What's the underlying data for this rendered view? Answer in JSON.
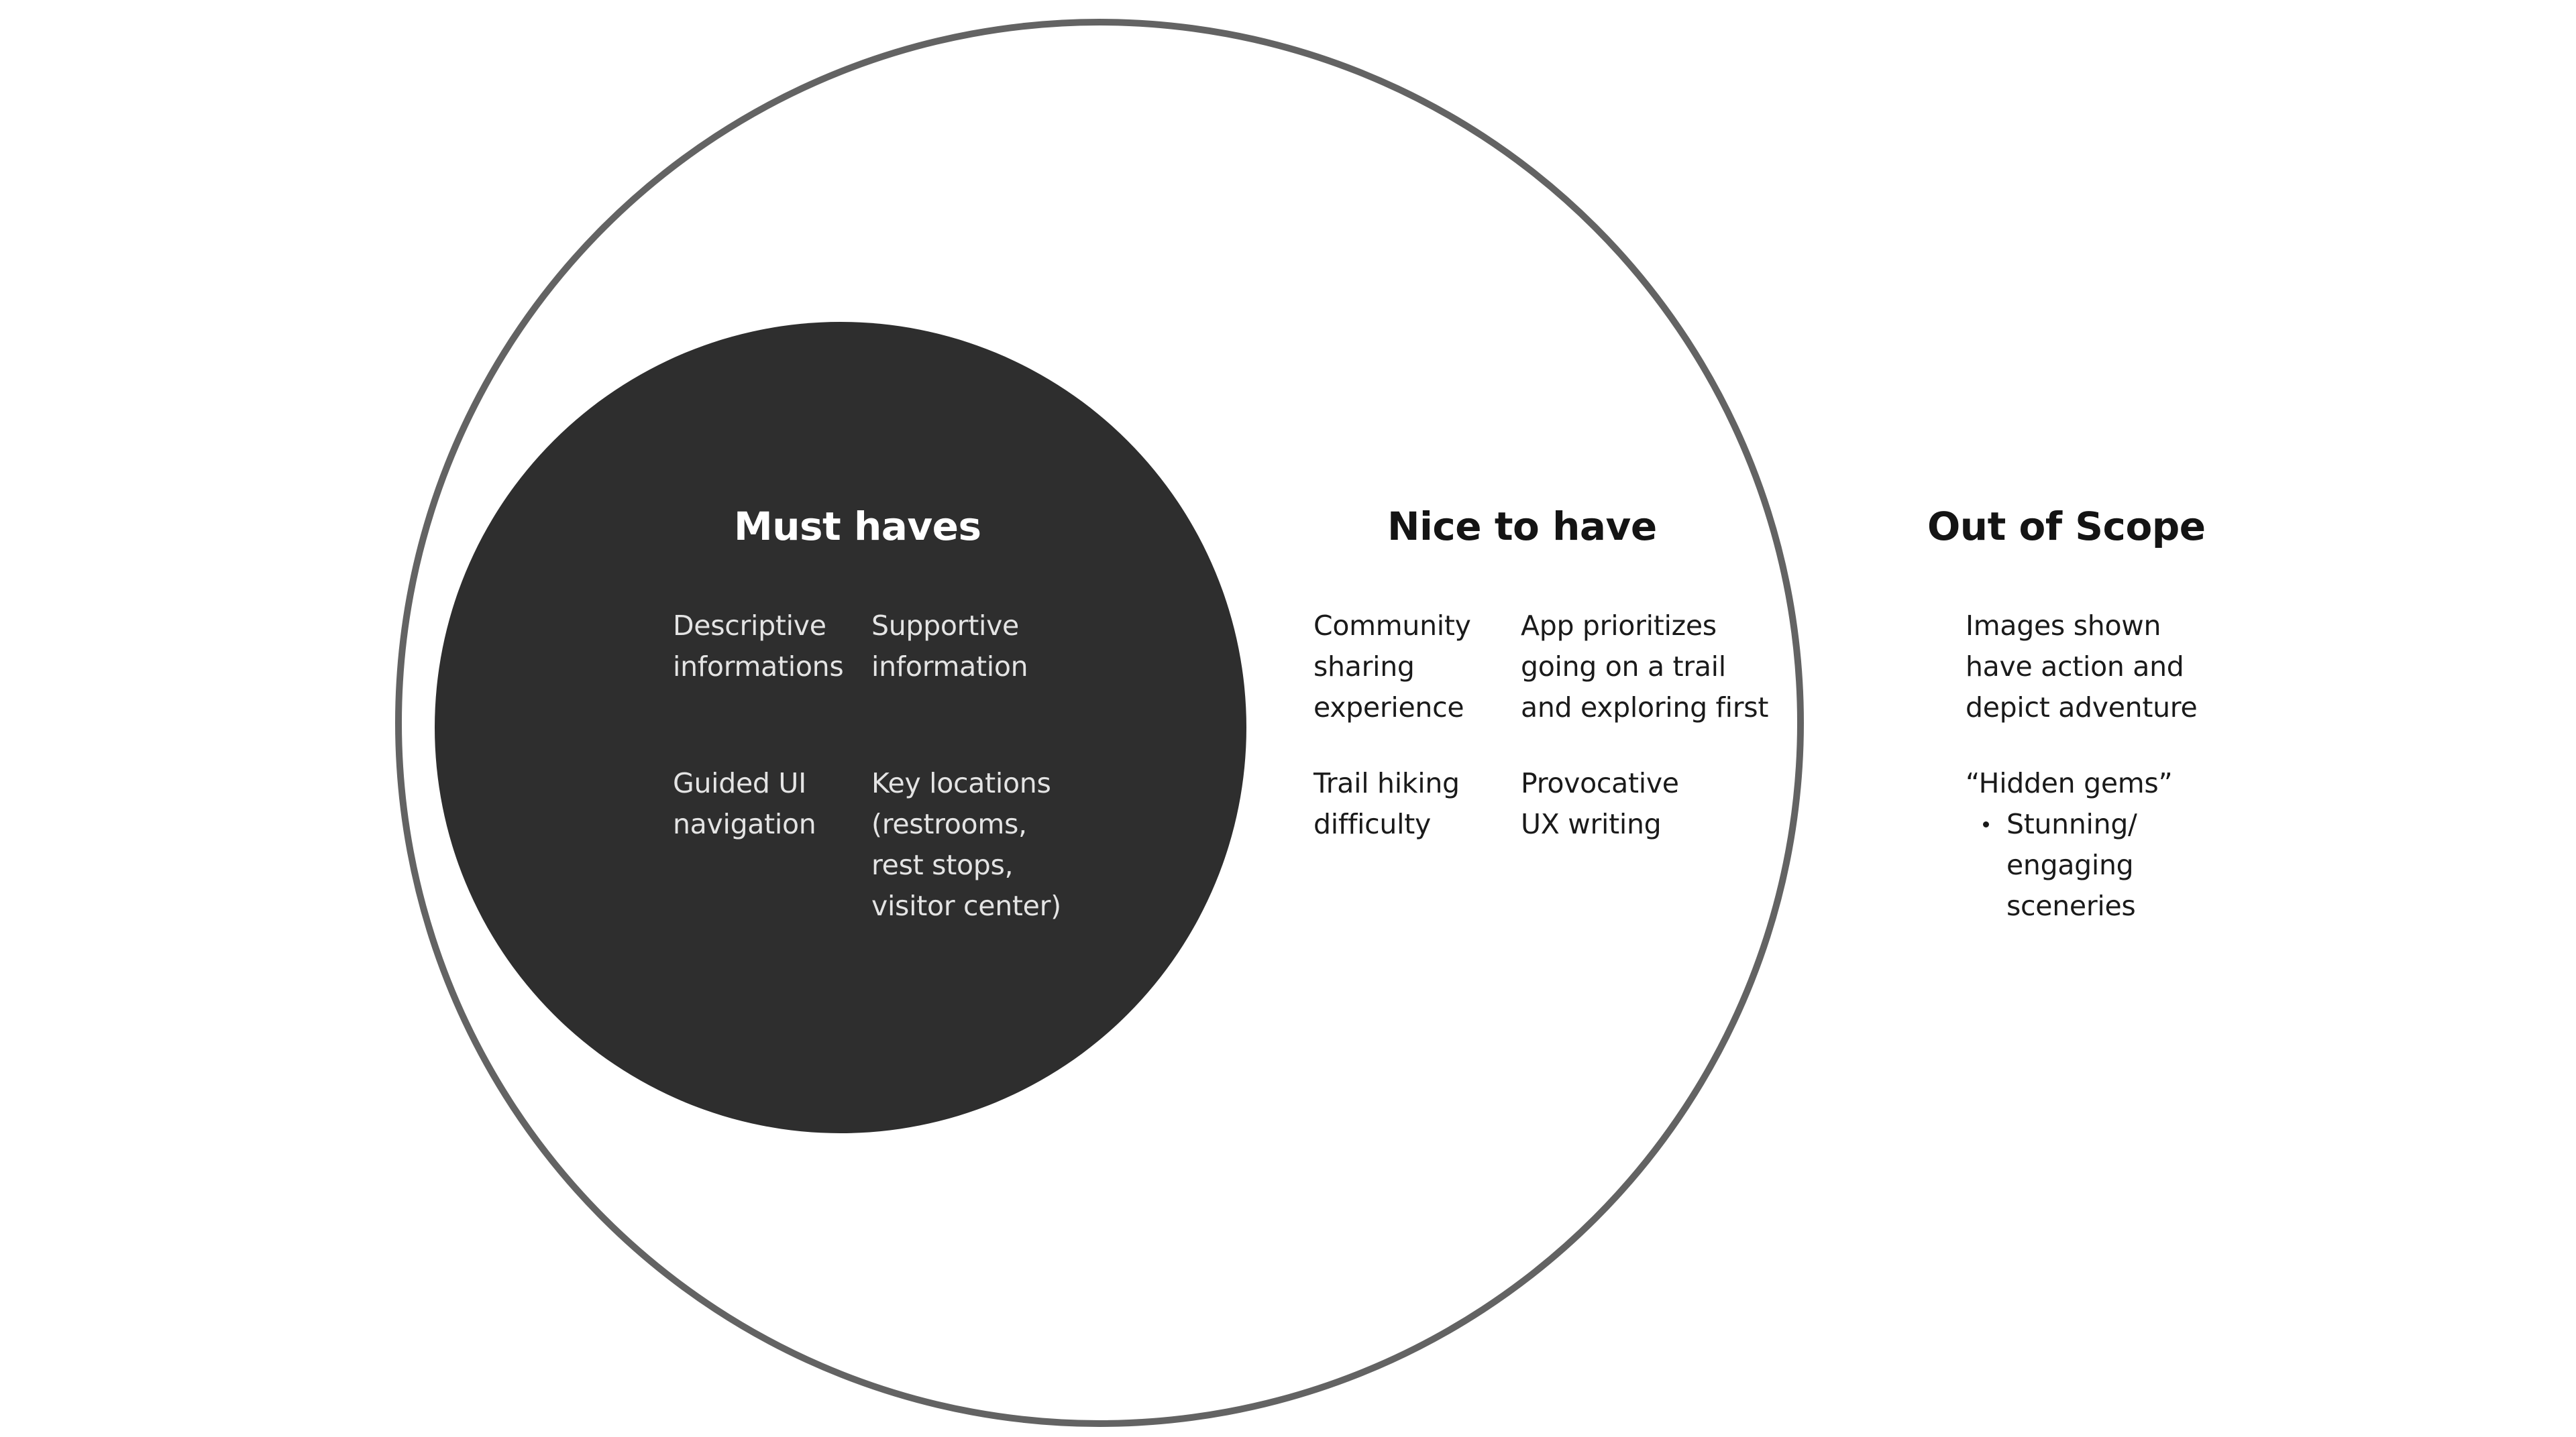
{
  "must_haves": {
    "title": "Must haves",
    "items": [
      "Descriptive\ninformations",
      "Supportive\ninformation",
      "Guided UI\nnavigation",
      "Key locations\n(restrooms,\nrest stops,\nvisitor center)"
    ]
  },
  "nice_to_have": {
    "title": "Nice to have",
    "items": [
      "Community\nsharing\nexperience",
      "App prioritizes\ngoing on a trail\nand exploring first",
      "Trail hiking\ndifficulty",
      "Provocative\nUX writing"
    ]
  },
  "out_of_scope": {
    "title": "Out of Scope",
    "items": [
      "Images shown\nhave action and\ndepict adventure",
      "“Hidden gems”"
    ],
    "sub_items": [
      "Stunning/\nengaging\nsceneries"
    ]
  },
  "colors": {
    "ring": "#636363",
    "disc": "#2e2e2e",
    "text_dark": "#1a1a1a",
    "text_light": "#e4e4e4"
  }
}
